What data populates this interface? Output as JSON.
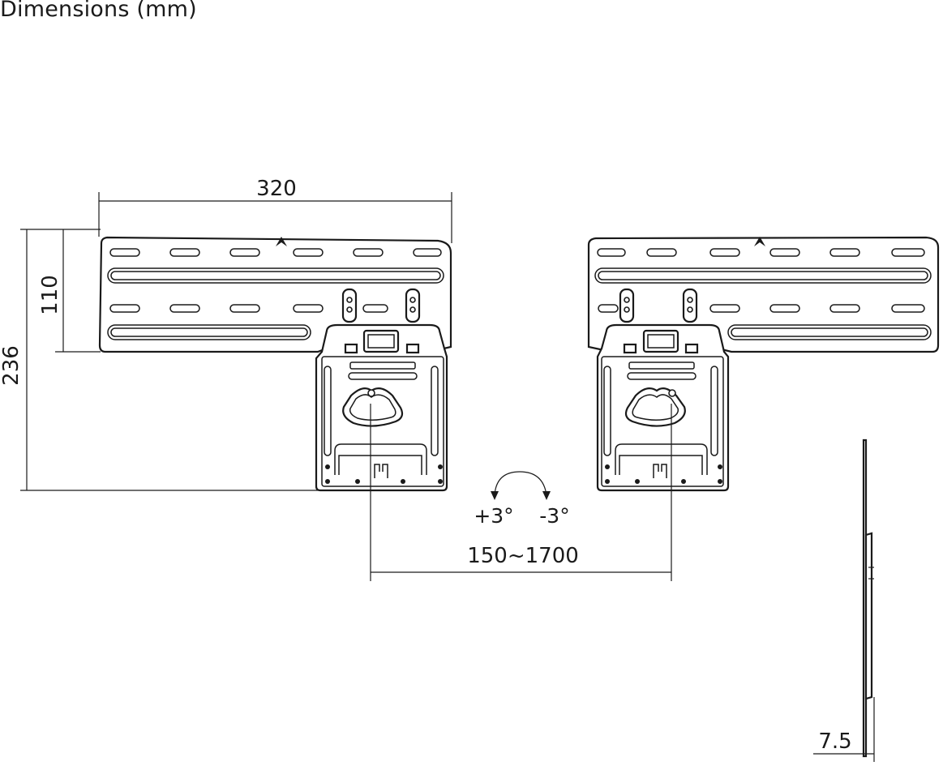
{
  "title": "Dimensions (mm)",
  "dimensions": {
    "width": "320",
    "upper_height": "110",
    "total_height": "236",
    "spacing": "150~1700",
    "depth": "7.5"
  },
  "tilt": {
    "positive": "+3°",
    "negative": "-3°"
  },
  "colors": {
    "line": "#1a1a1a",
    "background": "#ffffff"
  },
  "icons": [
    "caret-up-logo",
    "curved-double-arrow"
  ]
}
